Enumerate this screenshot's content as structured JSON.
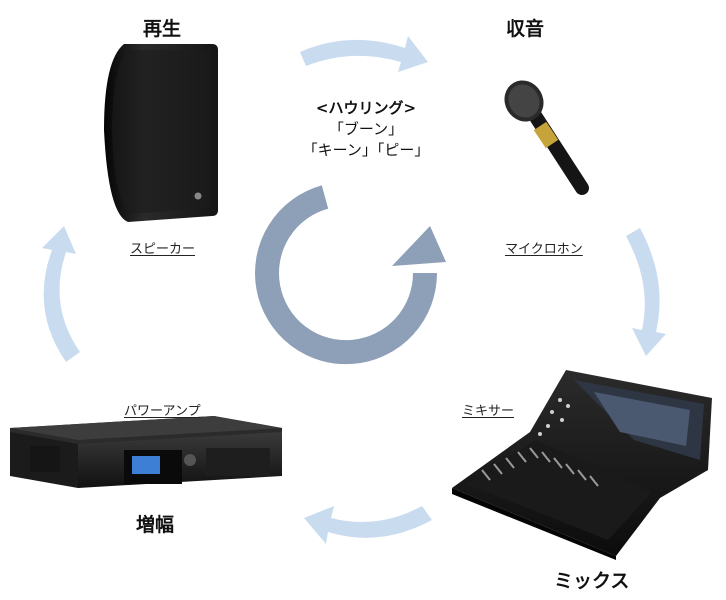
{
  "steps": {
    "playback": "再生",
    "pickup": "収音",
    "mix": "ミックス",
    "amplify": "増幅"
  },
  "devices": {
    "speaker": "スピーカー",
    "microphone": "マイクロホン",
    "mixer": "ミキサー",
    "power_amp": "パワーアンプ"
  },
  "feedback": {
    "title": "<ハウリング>",
    "sound_1": "「ブーン」",
    "sound_2": "「キーン」「ピー」"
  },
  "colors": {
    "arrow_light": "#c9dcef",
    "cycle_arrow": "#8da0b8",
    "device_black": "#1a1a1a"
  },
  "icons": [
    "speaker-icon",
    "microphone-icon",
    "mixer-icon",
    "power-amp-icon",
    "cycle-arrow-icon"
  ]
}
